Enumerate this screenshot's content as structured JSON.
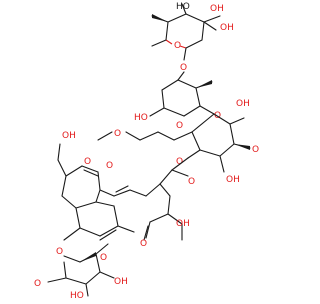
{
  "colors": {
    "bond": "#1a1a1a",
    "oxygen": "#e21b1b",
    "background": "#ffffff"
  },
  "labels": {
    "top_oh_a": "OH",
    "top_oh_b": "OH",
    "top_ho_c": "HO",
    "top_ring_o": "O",
    "link_o_1": "O",
    "link_o_2": "O",
    "mid_ring_o": "O",
    "ho_mid": "HO",
    "oh_mid_r": "OH",
    "ome_mid": "O",
    "oh_ring_r": "OH",
    "ring_o": "O",
    "methoxy_chain_o": "O",
    "lactone_o_carbonyl": "O",
    "lactone_o_ester": "O",
    "ome_macro": "O",
    "oh_macro": "OH",
    "ho_hydroxymethyl": "OH",
    "sugar_o_link": "O",
    "sugar_ring_o": "O",
    "sugar_oh_a": "OH",
    "sugar_ho_b": "HO",
    "sugar_ome": "O",
    "ring_o_macro": "O"
  }
}
